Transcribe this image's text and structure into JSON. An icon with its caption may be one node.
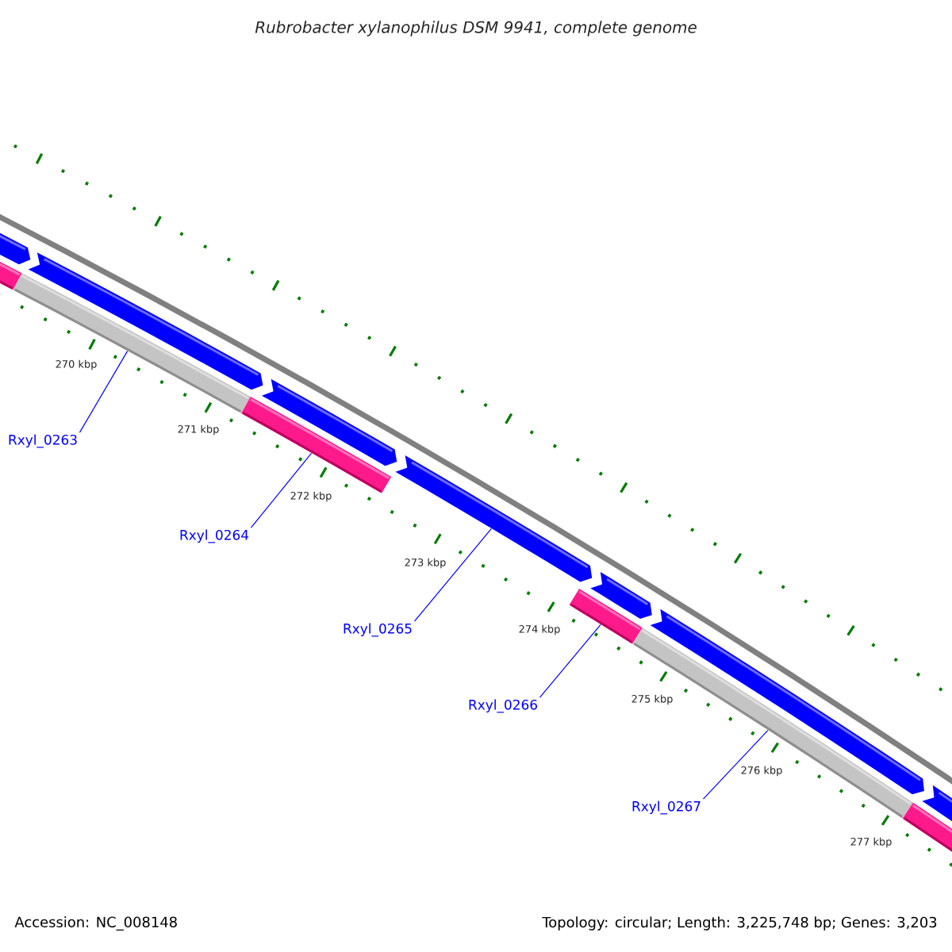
{
  "diagram": {
    "title": "Rubrobacter xylanophilus DSM 9941, complete genome",
    "nodes": [
      {
        "text": [
          "Rxyl_0263"
        ]
      },
      {
        "text": [
          "Rxyl_0264"
        ]
      },
      {
        "text": [
          "Rxyl_0265"
        ]
      },
      {
        "text": [
          "Rxyl_0266"
        ]
      },
      {
        "text": [
          "Rxyl_0267"
        ]
      },
      {
        "text": [],
        "shape": "bar"
      },
      {
        "text": [],
        "shape": "bar"
      },
      {
        "text": [],
        "shape": "bar"
      },
      {
        "text": [],
        "shape": "bar"
      },
      {
        "text": [],
        "shape": "bar"
      }
    ],
    "edges": [
      {
        "from": 0,
        "to": 5,
        "arrow": "none"
      },
      {
        "from": 1,
        "to": 6,
        "arrow": "none"
      },
      {
        "from": 2,
        "to": 7,
        "arrow": "none"
      },
      {
        "from": 3,
        "to": 8,
        "arrow": "none"
      },
      {
        "from": 4,
        "to": 9,
        "arrow": "none"
      }
    ],
    "labels": [
      "270 kbp",
      "271 kbp",
      "272 kbp",
      "273 kbp",
      "274 kbp",
      "275 kbp",
      "276 kbp",
      "277 kbp",
      "Accession: NC_008148",
      "Topology: circular; Length: 3,225,748 bp; Genes: 3,203"
    ]
  }
}
